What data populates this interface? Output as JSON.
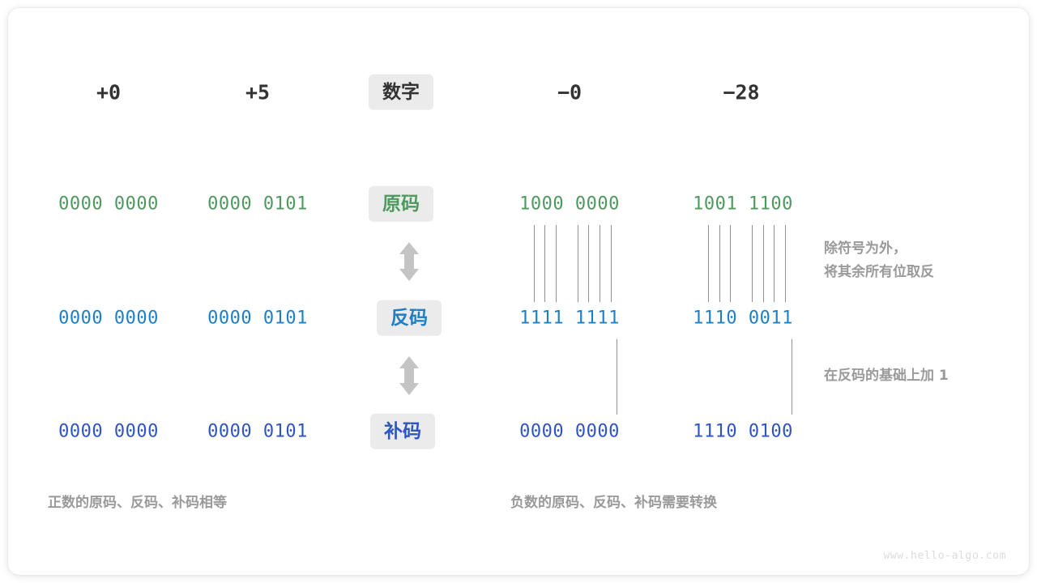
{
  "figure": {
    "watermark": "www.hello-algo.com",
    "colors": {
      "sign_magnitude": "#4e9a5e",
      "ones_complement": "#1f7fc4",
      "twos_complement": "#2f55c4",
      "badge_bg": "#ebebeb",
      "annotation": "#9a9a9a",
      "header_text": "#333333",
      "connector_line": "#8e8e8e"
    },
    "row_labels": [
      {
        "key": "title",
        "text": "数字"
      },
      {
        "key": "sign",
        "text": "原码"
      },
      {
        "key": "ones",
        "text": "反码"
      },
      {
        "key": "twos",
        "text": "补码"
      }
    ],
    "columns": [
      {
        "key": "pos0",
        "header": "+0",
        "negative": false
      },
      {
        "key": "pos5",
        "header": "+5",
        "negative": false
      },
      {
        "key": "neg0",
        "header": "−0",
        "negative": true
      },
      {
        "key": "neg28",
        "header": "−28",
        "negative": true
      }
    ],
    "rows": {
      "sign_magnitude": {
        "label": "原码",
        "values": {
          "pos0": "0000 0000",
          "pos5": "0000 0101",
          "neg0": "1000 0000",
          "neg28": "1001 1100"
        }
      },
      "ones_complement": {
        "label": "反码",
        "values": {
          "pos0": "0000 0000",
          "pos5": "0000 0101",
          "neg0": "1111 1111",
          "neg28": "1110 0011"
        }
      },
      "twos_complement": {
        "label": "补码",
        "values": {
          "pos0": "0000 0000",
          "pos5": "0000 0101",
          "neg0": "0000 0000",
          "neg28": "1110 0100"
        }
      }
    },
    "annotations": [
      {
        "key": "invert",
        "text": "除符号为外，\n将其余所有位取反"
      },
      {
        "key": "plus_one",
        "text": "在反码的基础上加  1"
      }
    ],
    "captions": [
      {
        "key": "positive",
        "text": "正数的原码、反码、补码相等"
      },
      {
        "key": "negative",
        "text": "负数的原码、反码、补码需要转换"
      }
    ],
    "arrows": [
      {
        "key": "sign-to-ones",
        "icon": "up-down-arrow"
      },
      {
        "key": "ones-to-twos",
        "icon": "up-down-arrow"
      }
    ]
  }
}
